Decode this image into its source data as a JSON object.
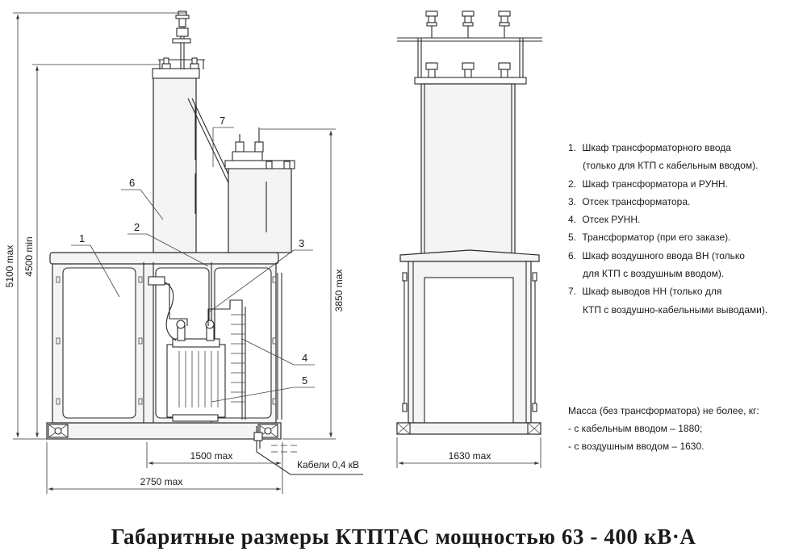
{
  "title": "Габаритные размеры КТПТАС мощностью 63 - 400 кВ·А",
  "dimensions": {
    "height_total": "5100 max",
    "height_min": "4500 min",
    "height_3850": "3850 max",
    "width_1500": "1500 max",
    "width_2750": "2750 max",
    "width_1630": "1630 max",
    "cables": "Кабели 0,4 кВ"
  },
  "callouts": [
    "1",
    "2",
    "3",
    "4",
    "5",
    "6",
    "7"
  ],
  "legend": [
    {
      "num": "1.",
      "lines": [
        "Шкаф трансформаторного ввода",
        "(только для КТП с кабельным вводом)."
      ]
    },
    {
      "num": "2.",
      "lines": [
        "Шкаф трансформатора  и  РУНН."
      ]
    },
    {
      "num": "3.",
      "lines": [
        "Отсек  трансформатора."
      ]
    },
    {
      "num": "4.",
      "lines": [
        "Отсек  РУНН."
      ]
    },
    {
      "num": "5.",
      "lines": [
        "Трансформатор (при его заказе)."
      ]
    },
    {
      "num": "6.",
      "lines": [
        "Шкаф воздушного ввода ВН (только",
        "для КТП с  воздушным  вводом)."
      ]
    },
    {
      "num": "7.",
      "lines": [
        "Шкаф  выводов НН (только  для",
        "КТП  с  воздушно-кабельными выводами)."
      ]
    }
  ],
  "mass": {
    "heading": "Масса (без трансформатора) не более, кг:",
    "cable": "- с  кабельным  вводом – 1880;",
    "air": "- с  воздушным  вводом – 1630."
  }
}
